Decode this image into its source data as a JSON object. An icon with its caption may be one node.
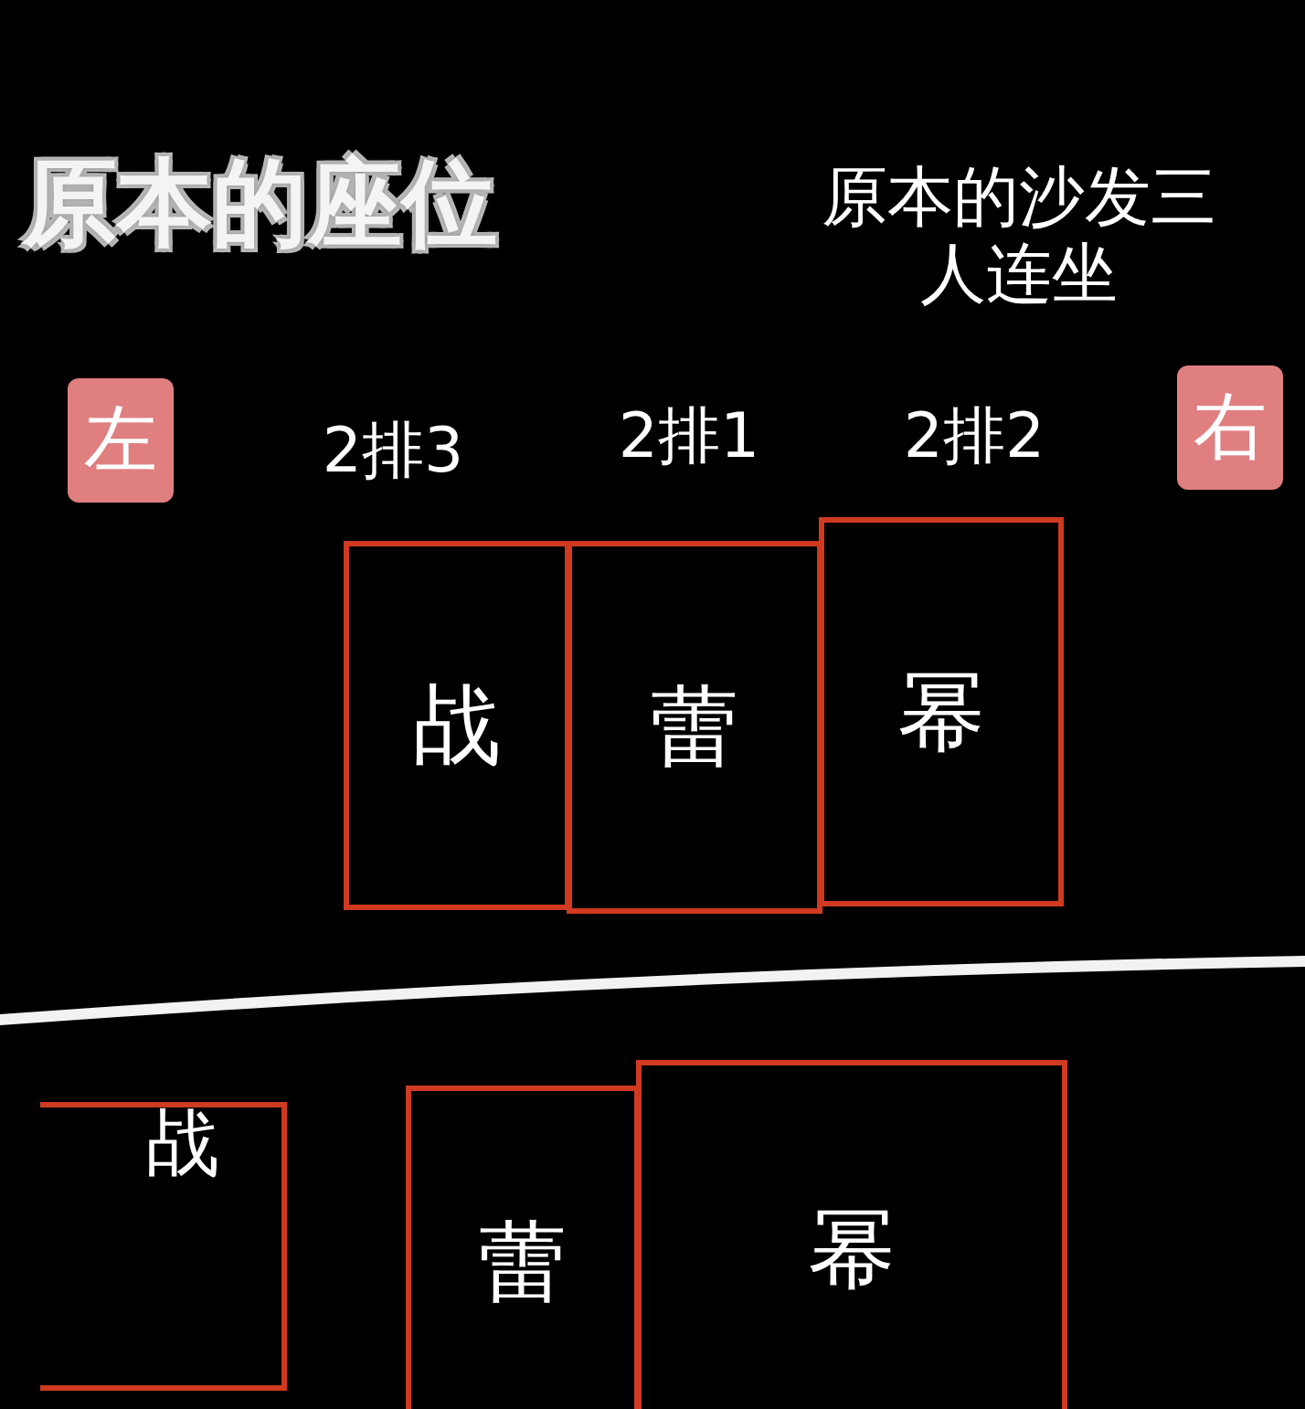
{
  "diagram": {
    "title": "原本的座位",
    "nodes": [
      {
        "text": [
          "左"
        ]
      },
      {
        "text": [
          "右"
        ]
      },
      {
        "text": [
          "战"
        ]
      },
      {
        "text": [
          "蕾"
        ]
      },
      {
        "text": [
          "幂"
        ]
      },
      {
        "text": [
          "战"
        ]
      },
      {
        "text": [
          "蕾"
        ]
      },
      {
        "text": [
          "幂"
        ]
      }
    ],
    "labels": [
      "原本的沙发三人连坐",
      "2排3",
      "2排1",
      "2排2"
    ]
  }
}
